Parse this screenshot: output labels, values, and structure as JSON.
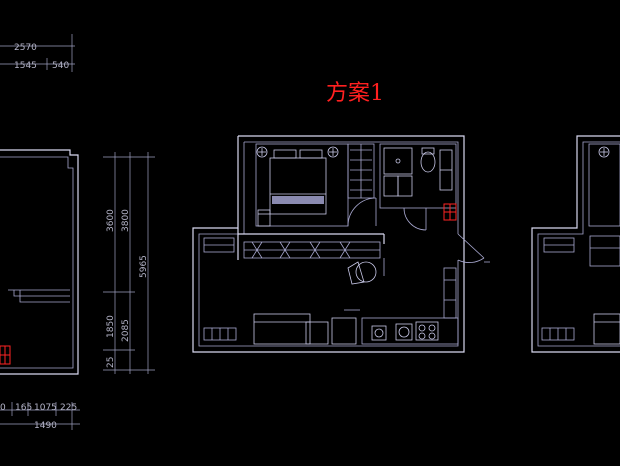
{
  "scheme_title": "方案1",
  "dimensions": {
    "top_left_row1": "2570",
    "top_left_row2_a": "1545",
    "top_left_row2_b": "540",
    "vertical_inner_a": "3600",
    "vertical_inner_b": "1850",
    "vertical_inner_c": "25",
    "vertical_mid_a": "3800",
    "vertical_mid_b": "2085",
    "vertical_total": "5965",
    "bottom_row1_a": "0",
    "bottom_row1_b": "165",
    "bottom_row1_c": "1075",
    "bottom_row1_d": "225",
    "bottom_row2": "1490"
  },
  "colors": {
    "background": "#000000",
    "wall": "#d8d8f0",
    "dimension": "#9ea0c0",
    "title": "#ff2020",
    "marker": "#ff2424"
  }
}
